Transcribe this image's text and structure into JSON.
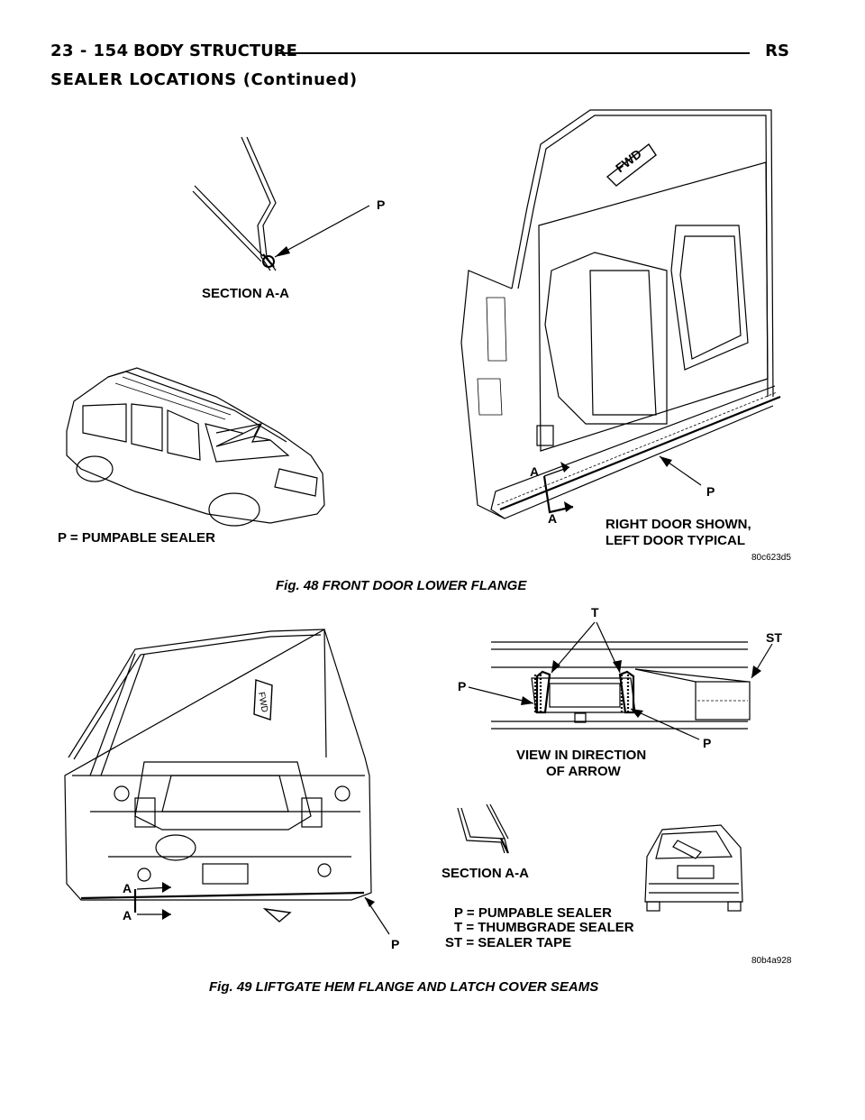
{
  "header": {
    "page_number": "23 - 154",
    "section_title": "BODY STRUCTURE",
    "model_code": "RS"
  },
  "subheading": "SEALER LOCATIONS (Continued)",
  "figure48": {
    "caption": "Fig. 48 FRONT DOOR LOWER FLANGE",
    "labels": {
      "section": "SECTION A-A",
      "p_top": "P",
      "p_bottom": "P",
      "a_upper": "A",
      "a_lower": "A",
      "fwd": "FWD",
      "door_note_1": "RIGHT DOOR SHOWN,",
      "door_note_2": "LEFT DOOR TYPICAL",
      "legend": "P = PUMPABLE SEALER",
      "code": "80c623d5"
    }
  },
  "figure49": {
    "caption": "Fig. 49 LIFTGATE HEM FLANGE AND LATCH COVER SEAMS",
    "labels": {
      "t": "T",
      "st": "ST",
      "p_left": "P",
      "p_right": "P",
      "p_bottom": "P",
      "view_1": "VIEW IN DIRECTION",
      "view_2": "OF ARROW",
      "section": "SECTION A-A",
      "a_upper": "A",
      "a_lower": "A",
      "fwd": "FWD",
      "legend_p": "P = PUMPABLE SEALER",
      "legend_t": "T = THUMBGRADE SEALER",
      "legend_st": "ST = SEALER TAPE",
      "code": "80b4a928"
    }
  }
}
